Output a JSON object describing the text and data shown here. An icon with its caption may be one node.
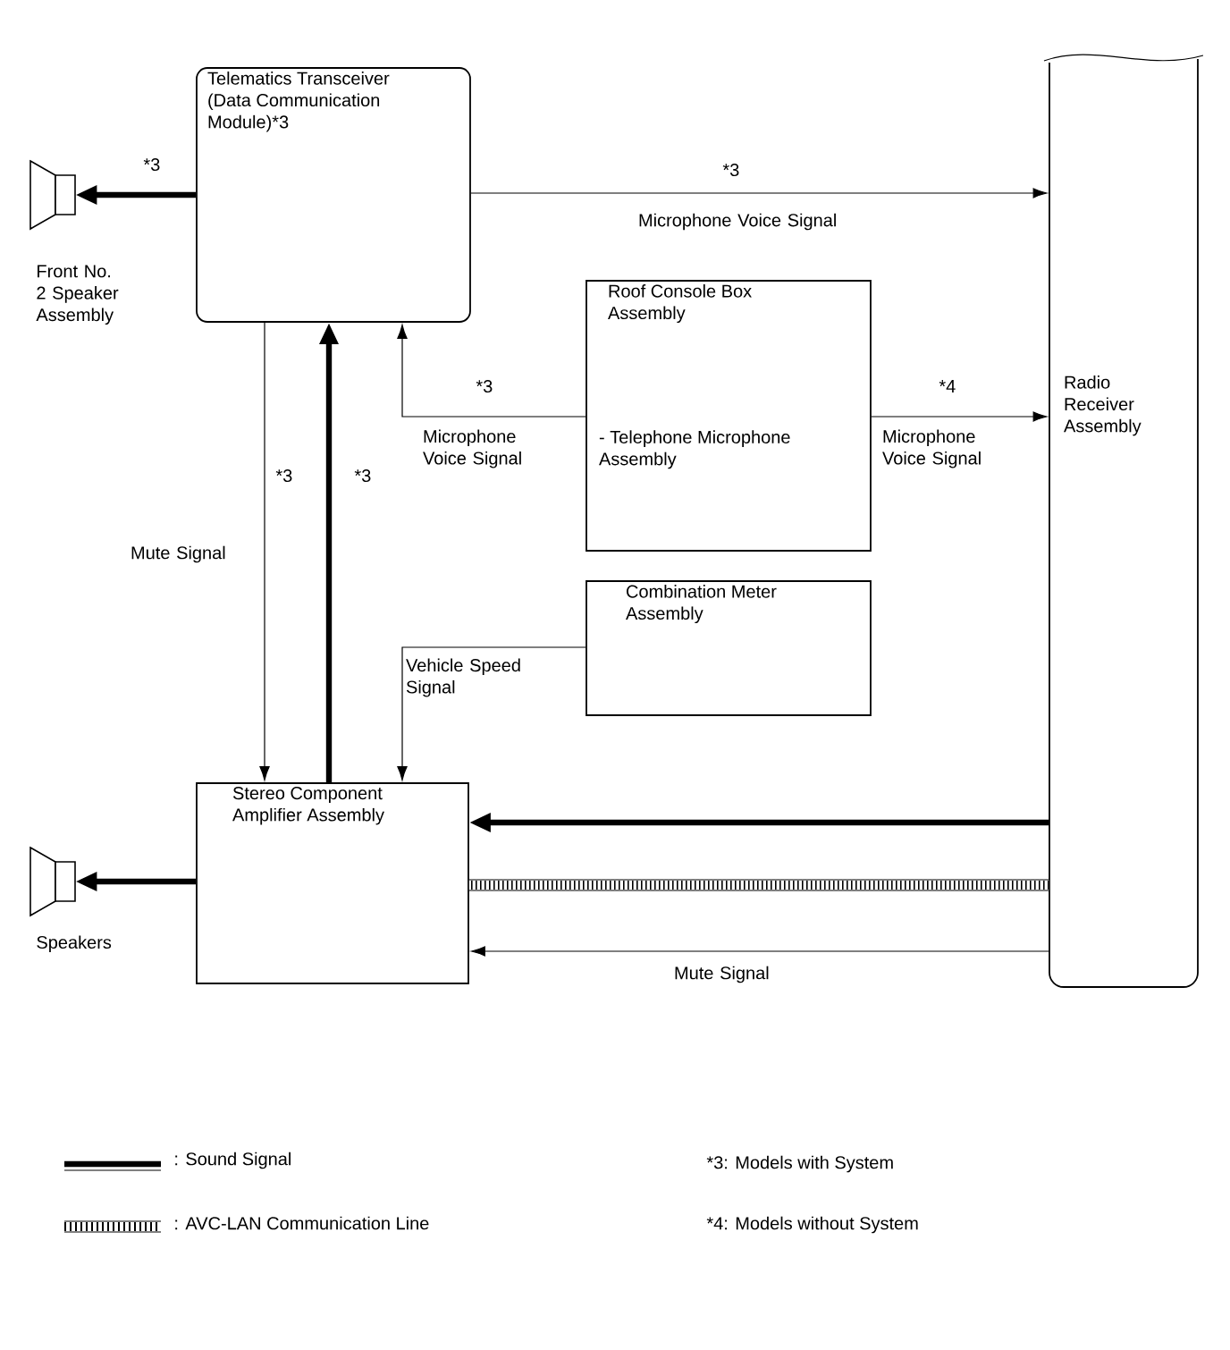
{
  "diagram": {
    "nodes": [
      {
        "text": [
          "Telematics Transceiver (Data Communication Module)*3"
        ]
      },
      {
        "text": [],
        "shape": "speaker",
        "beside": [
          "Front No. 2 Speaker Assembly"
        ]
      },
      {
        "text": [
          "Roof Console Box Assembly",
          "- Telephone Microphone Assembly"
        ]
      },
      {
        "text": [
          "Combination Meter Assembly"
        ]
      },
      {
        "text": [
          "Stereo Component Amplifier Assembly"
        ]
      },
      {
        "text": [],
        "shape": "speaker",
        "beside": [
          "Speakers"
        ]
      },
      {
        "text": [
          "Radio Receiver Assembly"
        ]
      }
    ],
    "edges": [
      {
        "from": 0,
        "to": 1,
        "arrow": "to",
        "style": "thick"
      },
      {
        "from": 0,
        "to": 6,
        "arrow": "to",
        "label": "Microphone Voice Signal"
      },
      {
        "from": 2,
        "to": 0,
        "arrow": "to",
        "label": "Microphone Voice Signal"
      },
      {
        "from": 2,
        "to": 6,
        "arrow": "to",
        "label": "Microphone Voice Signal"
      },
      {
        "from": 0,
        "to": 4,
        "arrow": "to",
        "label": "Mute Signal"
      },
      {
        "from": 4,
        "to": 0,
        "arrow": "to",
        "style": "thick"
      },
      {
        "from": 3,
        "to": 4,
        "arrow": "to",
        "label": "Vehicle Speed Signal"
      },
      {
        "from": 6,
        "to": 4,
        "arrow": "to",
        "style": "thick"
      },
      {
        "from": 6,
        "to": 4,
        "arrow": "none",
        "style": "thick"
      },
      {
        "from": 6,
        "to": 4,
        "arrow": "to",
        "label": "Mute Signal"
      },
      {
        "from": 4,
        "to": 5,
        "arrow": "to",
        "style": "thick"
      }
    ],
    "labels": [
      "*3",
      "*3",
      "*3",
      "*4",
      "*3",
      "*3",
      "*3: Models with System",
      "*4: Models without System"
    ],
    "legend": [
      {
        "text": ": Sound Signal"
      },
      {
        "text": ": AVC-LAN Communication Line"
      }
    ]
  }
}
